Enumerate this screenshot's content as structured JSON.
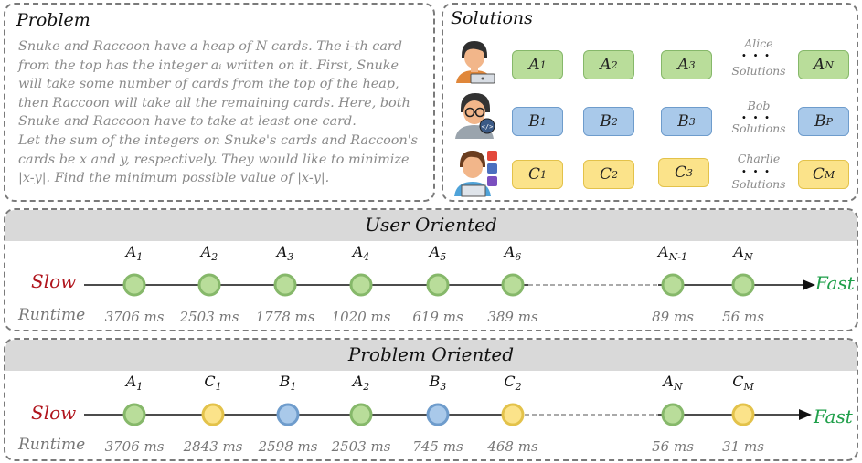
{
  "problem": {
    "title": "Problem",
    "lines": [
      "Snuke and Raccoon have a heap of N cards. The i-th card",
      "from the top has the integer aᵢ written on it. First, Snuke",
      "will take some number of cards from the top of the heap,",
      "then Raccoon will take all the remaining cards. Here, both",
      "Snuke and Raccoon have to take at least one card.",
      "Let the sum of the integers on Snuke's cards and Raccoon's",
      "cards be x and y, respectively. They would like to minimize",
      "|x-y|. Find the minimum possible value of |x-y|."
    ]
  },
  "solutions": {
    "title": "Solutions",
    "rows": [
      {
        "color": "green",
        "who": "Alice",
        "suffix": "Solutions",
        "cards": [
          [
            "A",
            "1"
          ],
          [
            "A",
            "2"
          ],
          [
            "A",
            "3"
          ]
        ],
        "last": [
          "A",
          "N"
        ]
      },
      {
        "color": "blue",
        "who": "Bob",
        "suffix": "Solutions",
        "cards": [
          [
            "B",
            "1"
          ],
          [
            "B",
            "2"
          ],
          [
            "B",
            "3"
          ]
        ],
        "last": [
          "B",
          "P"
        ]
      },
      {
        "color": "yellow",
        "who": "Charlie",
        "suffix": "Solutions",
        "cards": [
          [
            "C",
            "1"
          ],
          [
            "C",
            "2"
          ],
          [
            "C",
            "3"
          ]
        ],
        "last": [
          "C",
          "M"
        ]
      }
    ]
  },
  "user_oriented": {
    "title": "User Oriented",
    "slow": "Slow",
    "fast": "Fast",
    "runtime_label": "Runtime",
    "nodes": [
      {
        "letter": "A",
        "sub": "1",
        "color": "green",
        "runtime": "3706 ms"
      },
      {
        "letter": "A",
        "sub": "2",
        "color": "green",
        "runtime": "2503 ms"
      },
      {
        "letter": "A",
        "sub": "3",
        "color": "green",
        "runtime": "1778 ms"
      },
      {
        "letter": "A",
        "sub": "4",
        "color": "green",
        "runtime": "1020 ms"
      },
      {
        "letter": "A",
        "sub": "5",
        "color": "green",
        "runtime": "619 ms"
      },
      {
        "letter": "A",
        "sub": "6",
        "color": "green",
        "runtime": "389 ms"
      },
      {
        "letter": "A",
        "sub": "N-1",
        "color": "green",
        "runtime": "89 ms"
      },
      {
        "letter": "A",
        "sub": "N",
        "color": "green",
        "runtime": "56 ms"
      }
    ]
  },
  "problem_oriented": {
    "title": "Problem Oriented",
    "slow": "Slow",
    "fast": "Fast",
    "runtime_label": "Runtime",
    "nodes": [
      {
        "letter": "A",
        "sub": "1",
        "color": "green",
        "runtime": "3706 ms"
      },
      {
        "letter": "C",
        "sub": "1",
        "color": "yellow",
        "runtime": "2843 ms"
      },
      {
        "letter": "B",
        "sub": "1",
        "color": "blue",
        "runtime": "2598 ms"
      },
      {
        "letter": "A",
        "sub": "2",
        "color": "green",
        "runtime": "2503 ms"
      },
      {
        "letter": "B",
        "sub": "3",
        "color": "blue",
        "runtime": "745 ms"
      },
      {
        "letter": "C",
        "sub": "2",
        "color": "yellow",
        "runtime": "468 ms"
      },
      {
        "letter": "A",
        "sub": "N",
        "color": "green",
        "runtime": "56 ms"
      },
      {
        "letter": "C",
        "sub": "M",
        "color": "yellow",
        "runtime": "31 ms"
      }
    ]
  },
  "colors": {
    "green_fill": "#b9dd9a",
    "green_stroke": "#86b86a",
    "blue_fill": "#a9c9ea",
    "blue_stroke": "#6e9ccc",
    "yellow_fill": "#fbe38a",
    "yellow_stroke": "#e3c24a",
    "slow": "#b0151d",
    "fast": "#1f9f4a"
  }
}
